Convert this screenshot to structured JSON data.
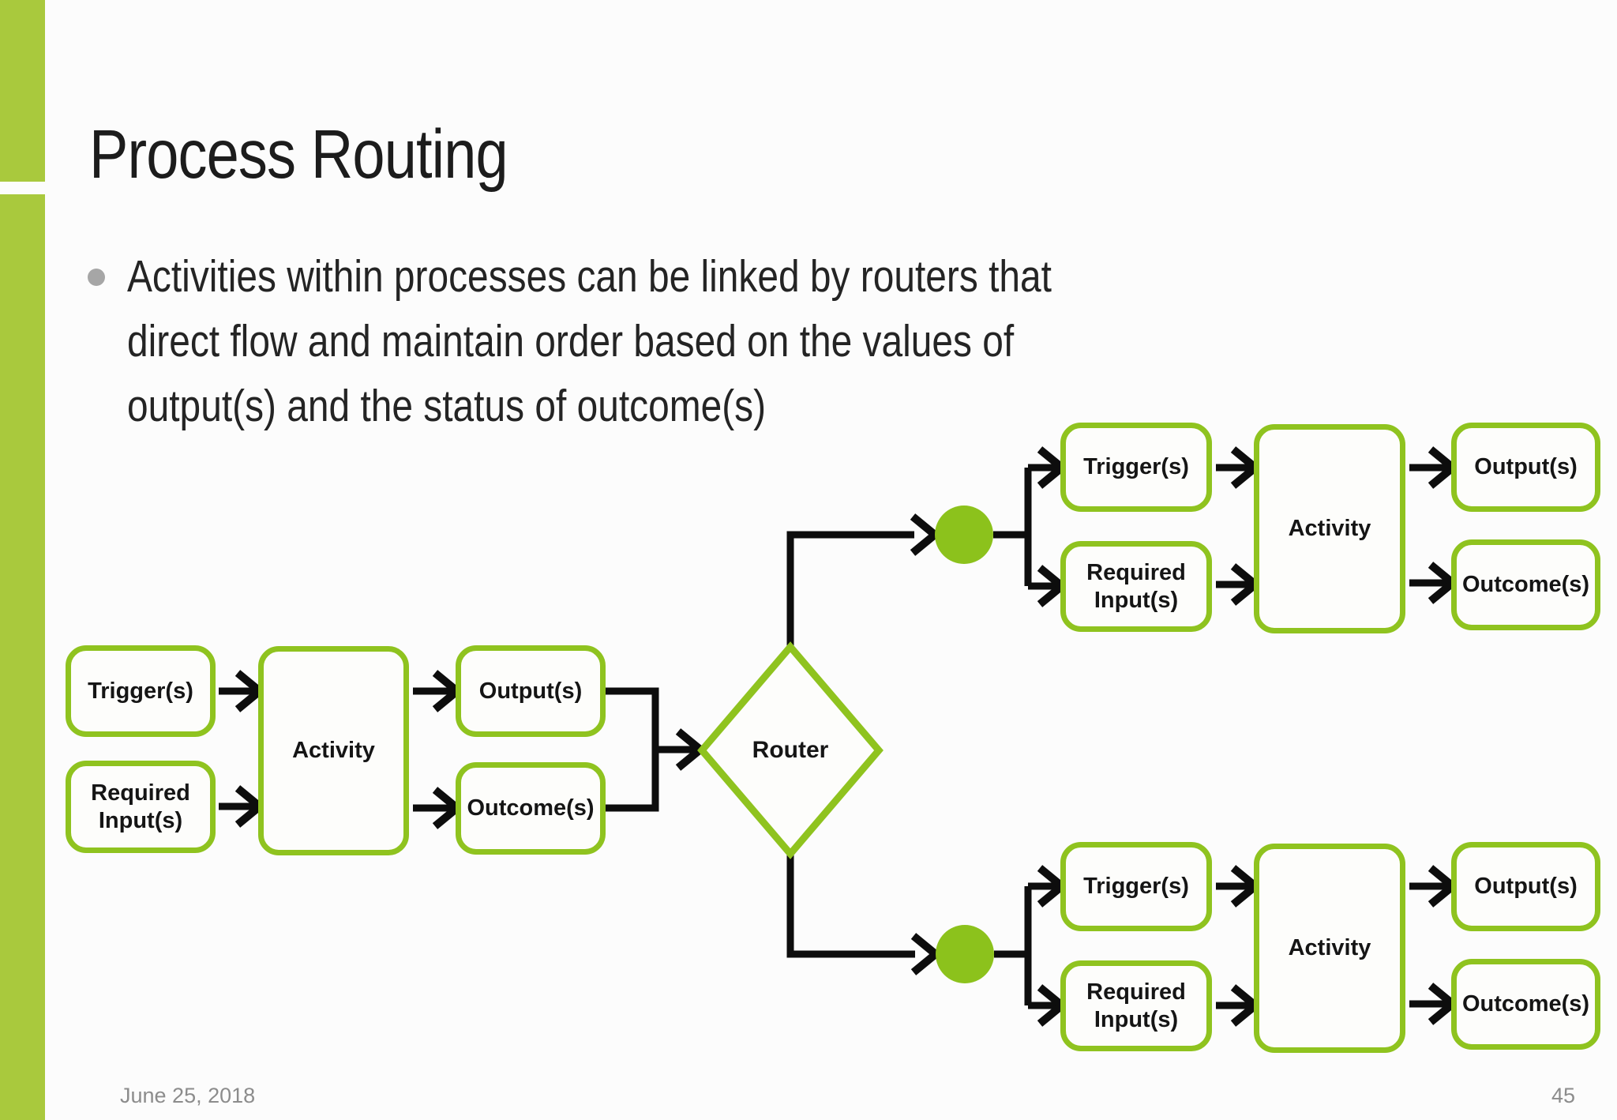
{
  "slide": {
    "title": "Process Routing",
    "bullet": {
      "lines": [
        "Activities within processes can be linked by routers that",
        "direct flow and maintain order based on the values of",
        "output(s) and the status of outcome(s)"
      ]
    },
    "footer": {
      "date": "June 25, 2018",
      "page": "45"
    }
  },
  "diagram": {
    "router_label": "Router",
    "groups": {
      "left": {
        "trigger": "Trigger(s)",
        "required_input": "Required Input(s)",
        "activity": "Activity",
        "output": "Output(s)",
        "outcome": "Outcome(s)"
      },
      "top_right": {
        "trigger": "Trigger(s)",
        "required_input": "Required Input(s)",
        "activity": "Activity",
        "output": "Output(s)",
        "outcome": "Outcome(s)"
      },
      "bottom_right": {
        "trigger": "Trigger(s)",
        "required_input": "Required Input(s)",
        "activity": "Activity",
        "output": "Output(s)",
        "outcome": "Outcome(s)"
      }
    }
  },
  "colors": {
    "sidebar_green": "#a9c93d",
    "shape_green": "#8fc31f",
    "branch_dot_green": "#8cc21c",
    "connector_black": "#0d0d0d",
    "text_dark": "#1c1c1c",
    "footer_gray": "#8c8c8c",
    "bullet_dot_gray": "#a6a6a6"
  }
}
